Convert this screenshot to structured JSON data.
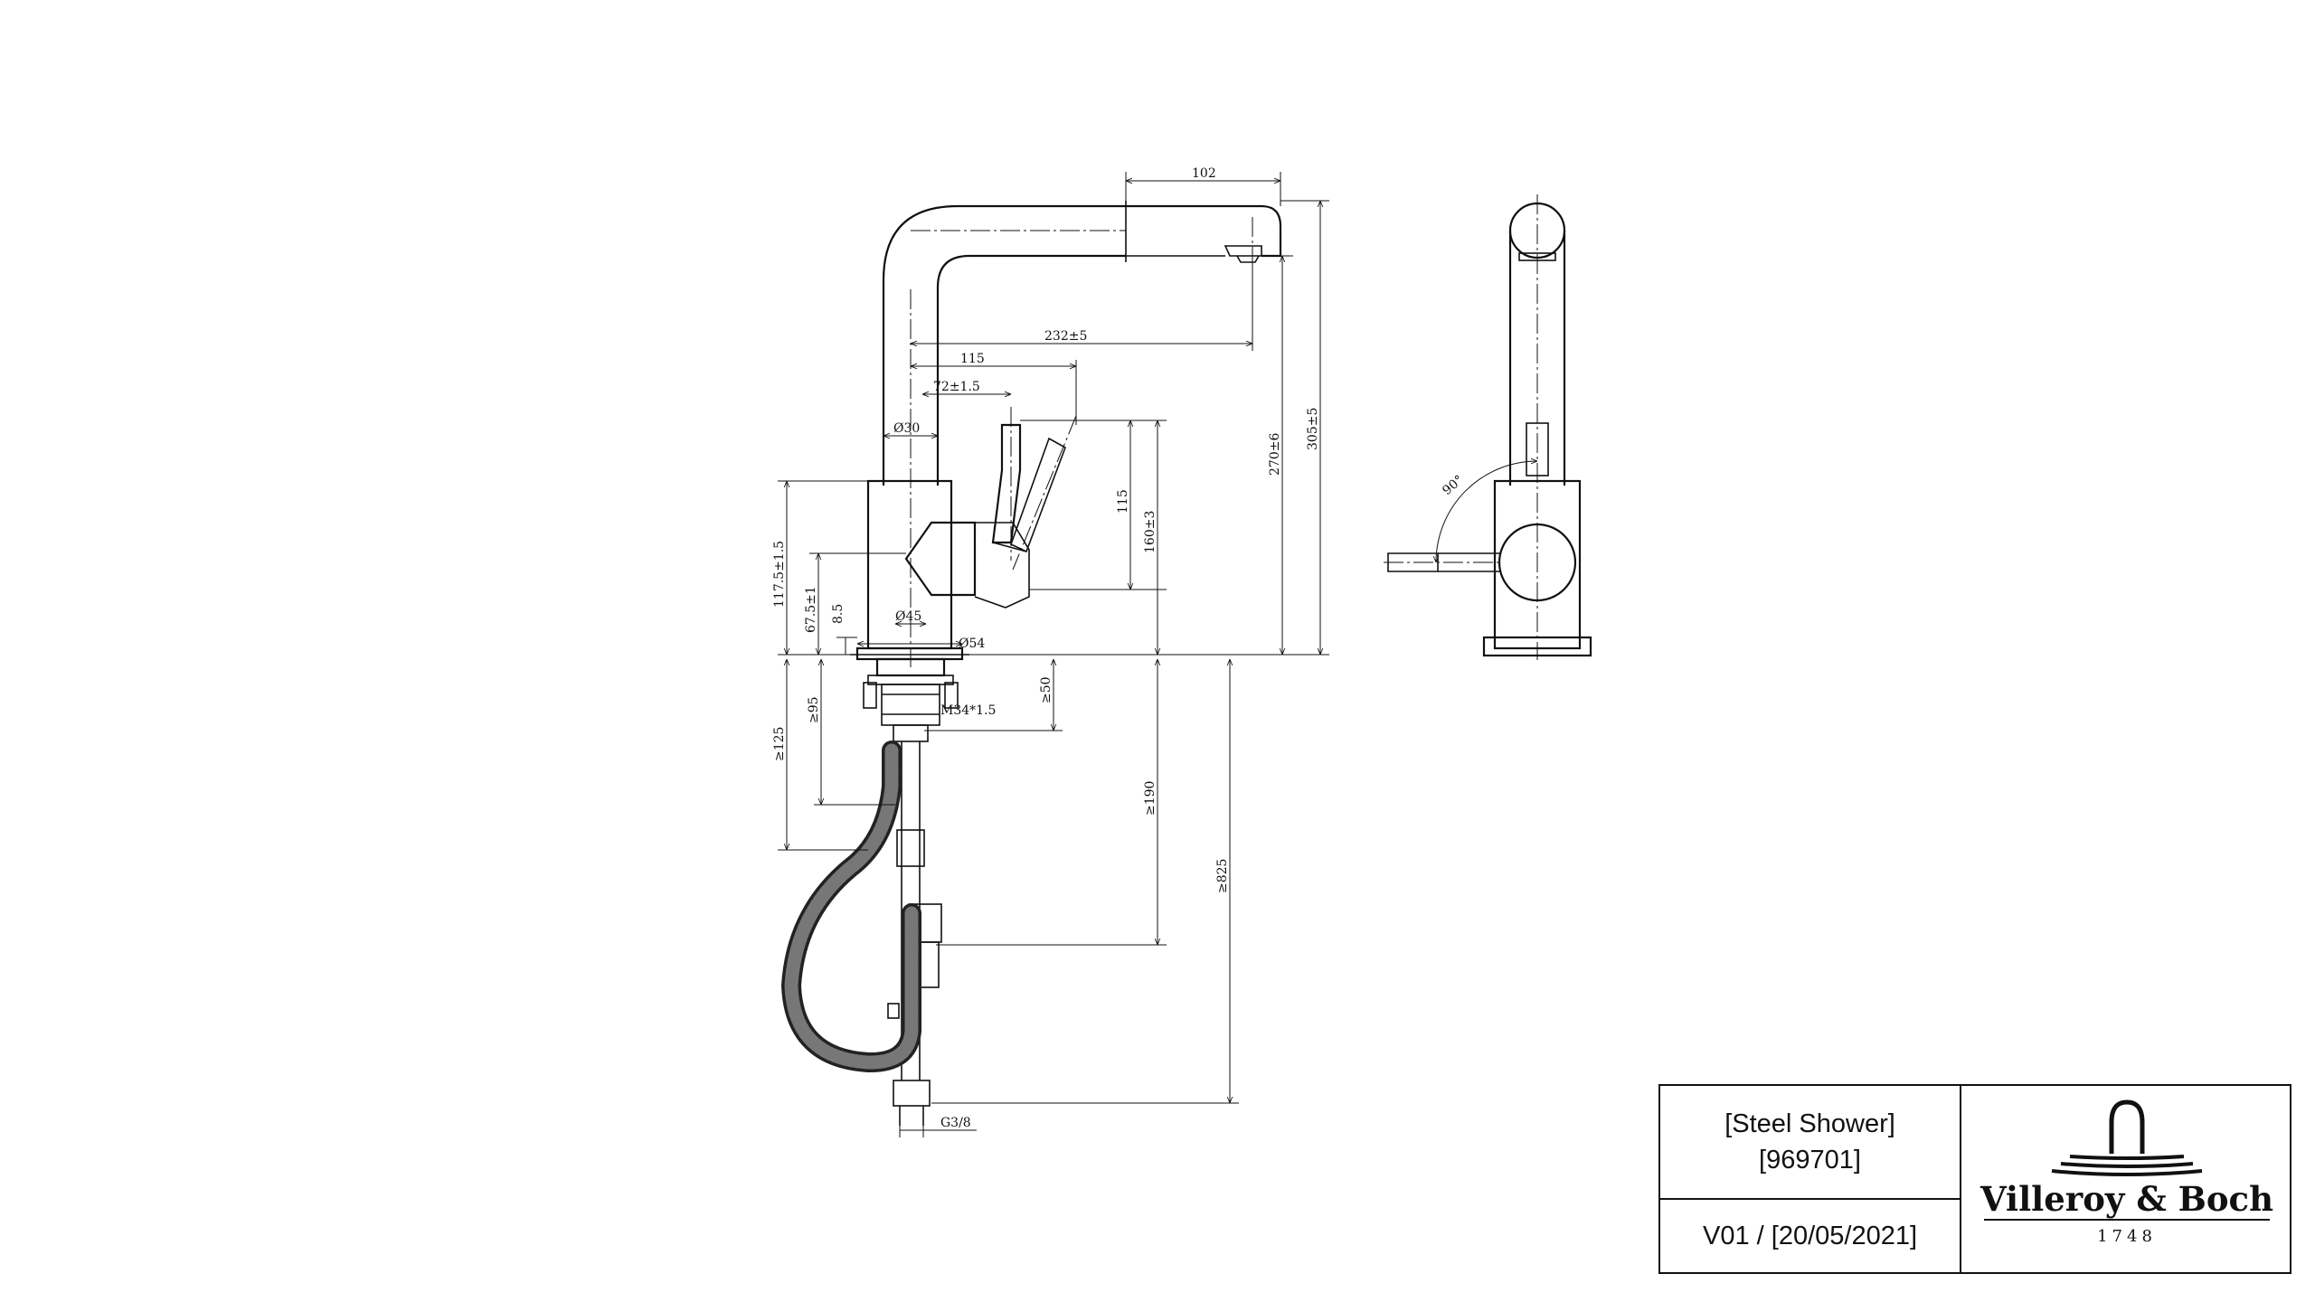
{
  "drawing": {
    "dimensions": {
      "spout_reach_tip": "102",
      "spout_reach": "232±5",
      "lever_offset": "115",
      "lever_axis_offset": "72±1.5",
      "body_diameter_upper": "Ø30",
      "body_diameter_lower": "Ø45",
      "base_diameter": "Ø54",
      "lever_height": "115",
      "lever_pivot_height": "160±3",
      "outlet_height": "270±6",
      "total_height": "305±5",
      "body_height": "117.5±1.5",
      "pivot_height": "67.5±1",
      "base_ring_height": "8.5",
      "min_shank_length": "≥50",
      "thread": "M34*1.5",
      "min_depth_95": "≥95",
      "min_depth_125": "≥125",
      "min_depth_190": "≥190",
      "min_depth_825": "≥825",
      "connection_thread": "G3/8",
      "lever_angle": "90°"
    }
  },
  "title_block": {
    "product_name": "[Steel Shower]",
    "product_code": "[969701]",
    "version_date": "V01 / [20/05/2021]",
    "brand_name": "Villeroy & Boch",
    "brand_year": "1748"
  }
}
